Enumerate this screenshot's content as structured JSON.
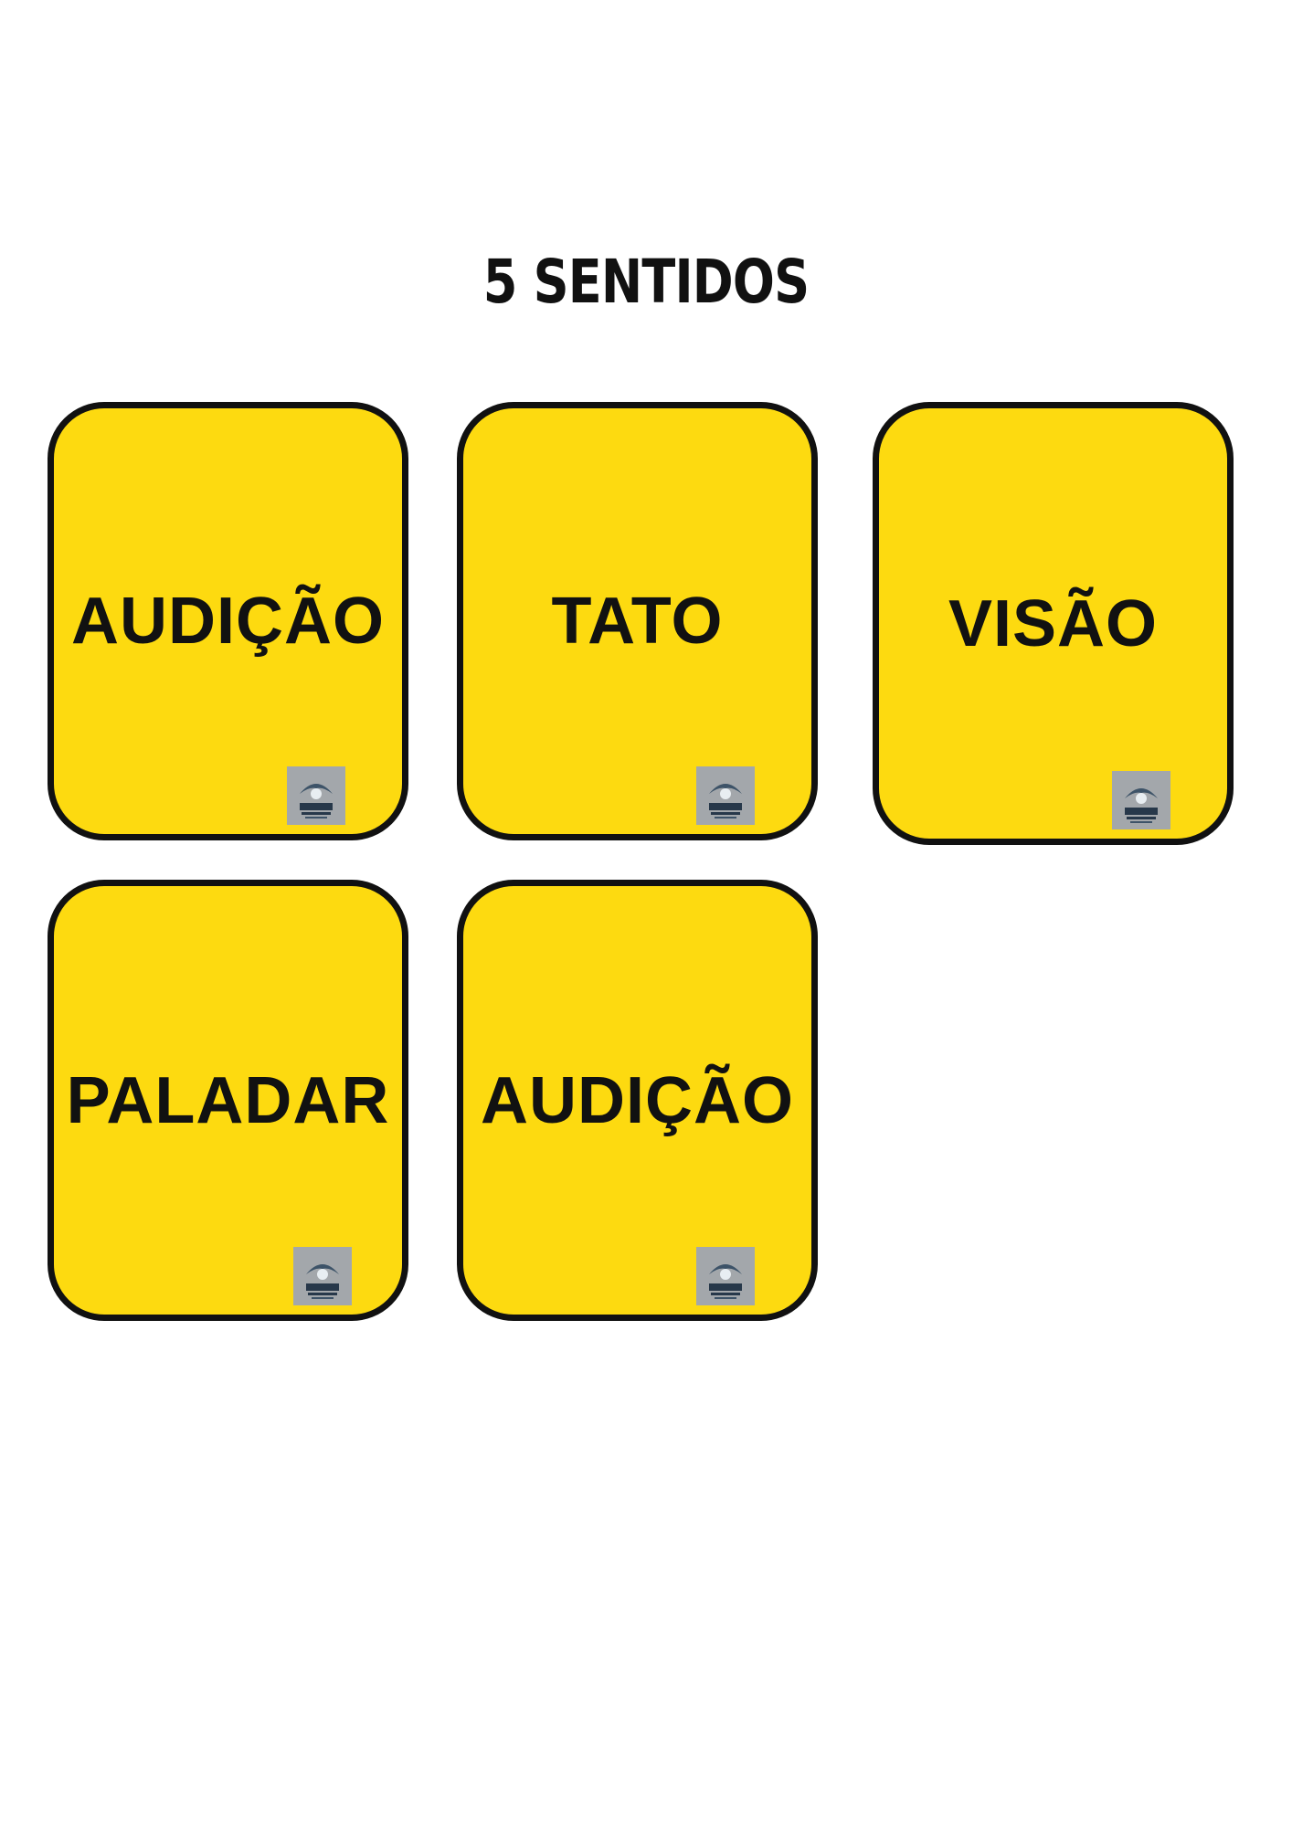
{
  "title": "5 SENTIDOS",
  "cards": [
    {
      "label": "AUDIÇÃO",
      "logo": "school-logo-icon"
    },
    {
      "label": "TATO",
      "logo": "school-logo-icon"
    },
    {
      "label": "VISÃO",
      "logo": "school-logo-icon"
    },
    {
      "label": "PALADAR",
      "logo": "school-logo-icon"
    },
    {
      "label": "AUDIÇÃO",
      "logo": "school-logo-icon"
    }
  ],
  "colors": {
    "card_fill": "#fdda10",
    "card_border": "#111111",
    "text": "#111111",
    "logo_bg": "#a3a7ab"
  }
}
